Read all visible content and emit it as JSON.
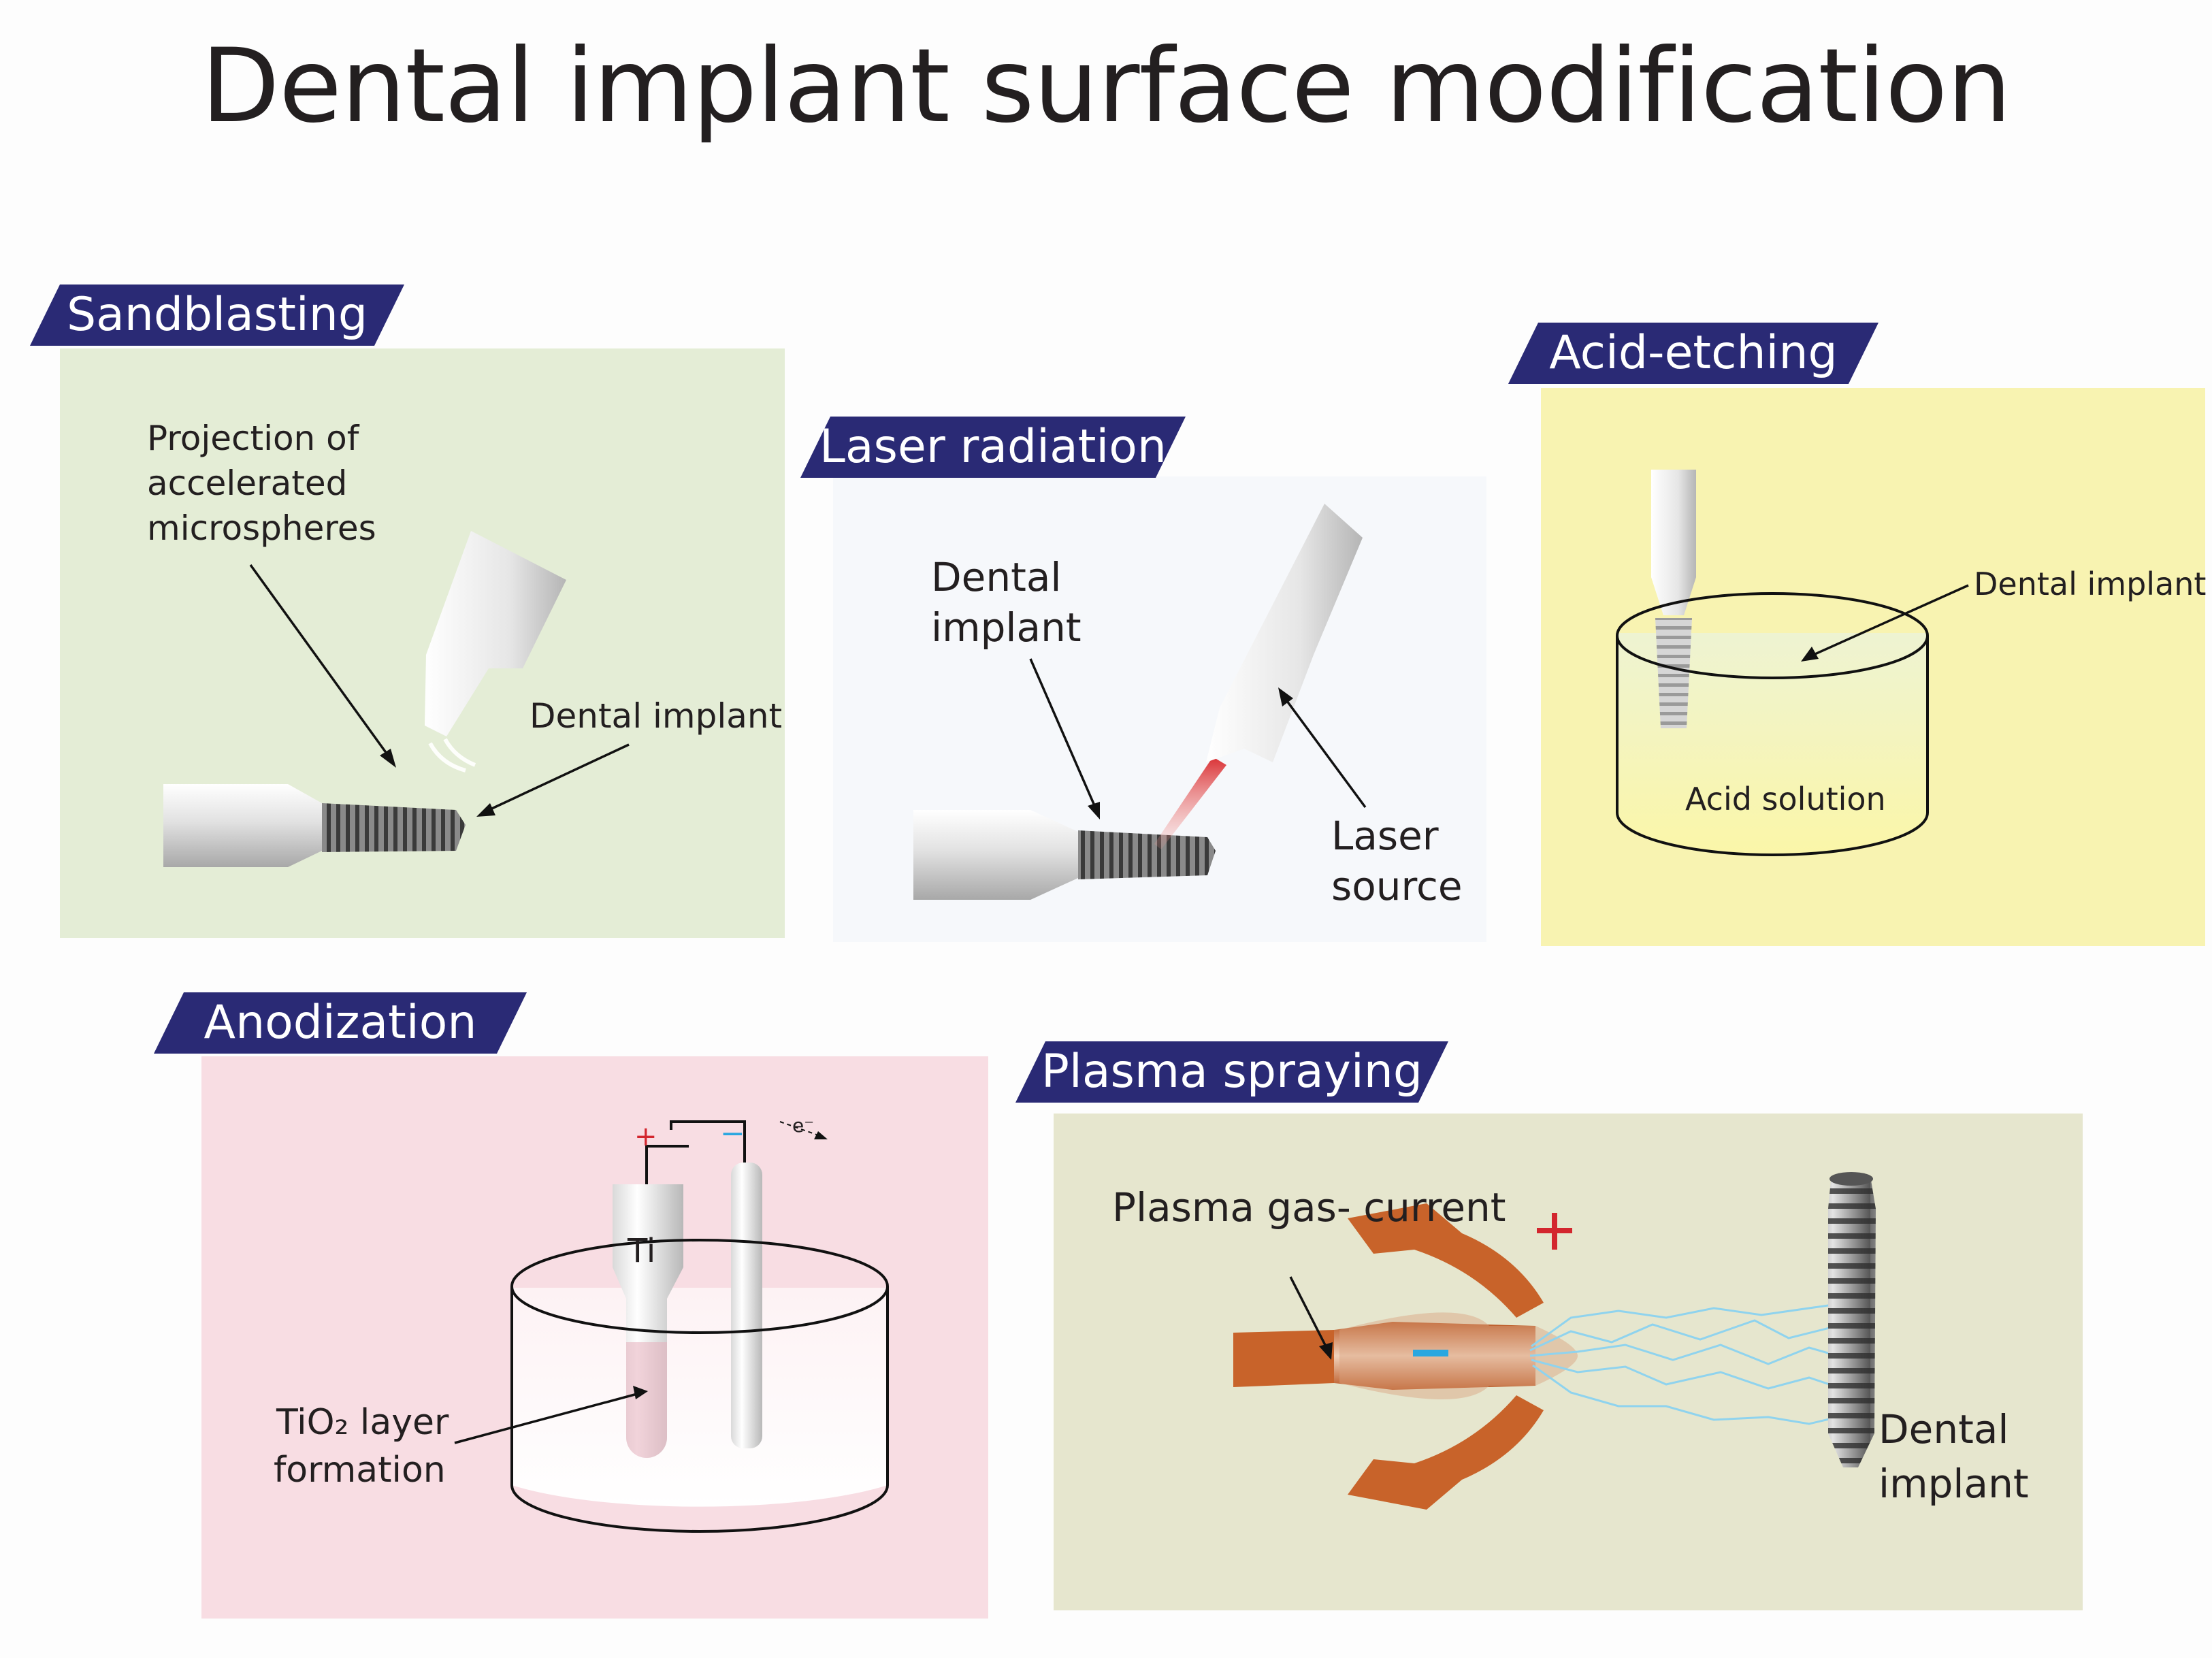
{
  "title": "Dental implant surface modification",
  "panels": {
    "sandblasting": {
      "title": "Sandblasting",
      "label_projection": [
        "Projection of",
        "accelerated",
        "microspheres"
      ],
      "label_implant": "Dental implant",
      "bg_color": "#e4edd6"
    },
    "laser": {
      "title": "Laser radiation",
      "label_implant": [
        "Dental",
        "implant"
      ],
      "label_source": [
        "Laser",
        "source"
      ],
      "bg_color": "#f6f8fb"
    },
    "acid": {
      "title": "Acid-etching",
      "label_implant": "Dental implant",
      "label_solution": "Acid solution",
      "bg_color": "#f8f3b1"
    },
    "anodization": {
      "title": "Anodization",
      "label_ti": "Ti",
      "label_plus": "+",
      "label_minus": "−",
      "label_electron": "e⁻",
      "label_layer_1": "TiO₂ layer",
      "label_layer_2": "formation",
      "bg_color": "#f8dde3"
    },
    "plasma": {
      "title": "Plasma spraying",
      "label_gas": "Plasma gas- current",
      "label_implant": [
        "Dental",
        "implant"
      ],
      "bg_color": "#e6e6ce"
    }
  },
  "colors": {
    "banner": "#2a2a75",
    "laser_beam": "#e8453c",
    "plasma_torch": "#c8632a",
    "plasma_arcs": "#8fd3ee",
    "plus_sign": "#d3262e",
    "minus_sign": "#2aa7e0"
  }
}
